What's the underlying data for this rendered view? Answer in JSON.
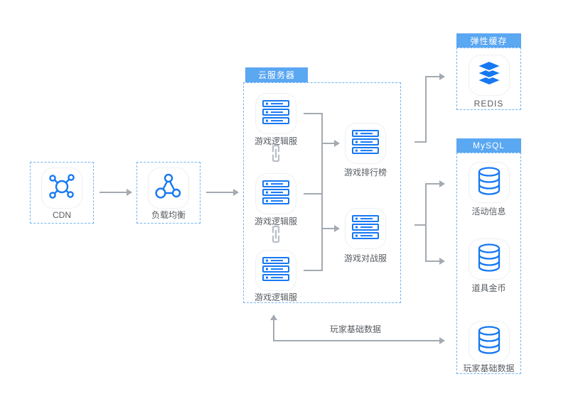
{
  "colors": {
    "accent": "#1678f2",
    "tag": "#5aa7f2",
    "dash": "#70b4f4",
    "line": "#a4aab1",
    "chain": "#b9bfc7",
    "text": "#575c62"
  },
  "cdn": {
    "label": "CDN"
  },
  "load_balancer": {
    "label": "负载均衡"
  },
  "cloud_server_group": {
    "tag": "云服务器",
    "logic_servers": [
      {
        "label": "游戏逻辑服"
      },
      {
        "label": "游戏逻辑服"
      },
      {
        "label": "游戏逻辑服"
      }
    ],
    "leaderboard": {
      "label": "游戏排行榜"
    },
    "battle_server": {
      "label": "游戏对战服"
    }
  },
  "elastic_cache_group": {
    "tag": "弹性缓存",
    "redis": {
      "label": "REDIS"
    }
  },
  "mysql_group": {
    "tag": "MySQL",
    "databases": [
      {
        "label": "活动信息"
      },
      {
        "label": "道具金币"
      },
      {
        "label": "玩家基础数据"
      }
    ]
  },
  "flows": {
    "player_base_data_label": "玩家基础数据"
  }
}
